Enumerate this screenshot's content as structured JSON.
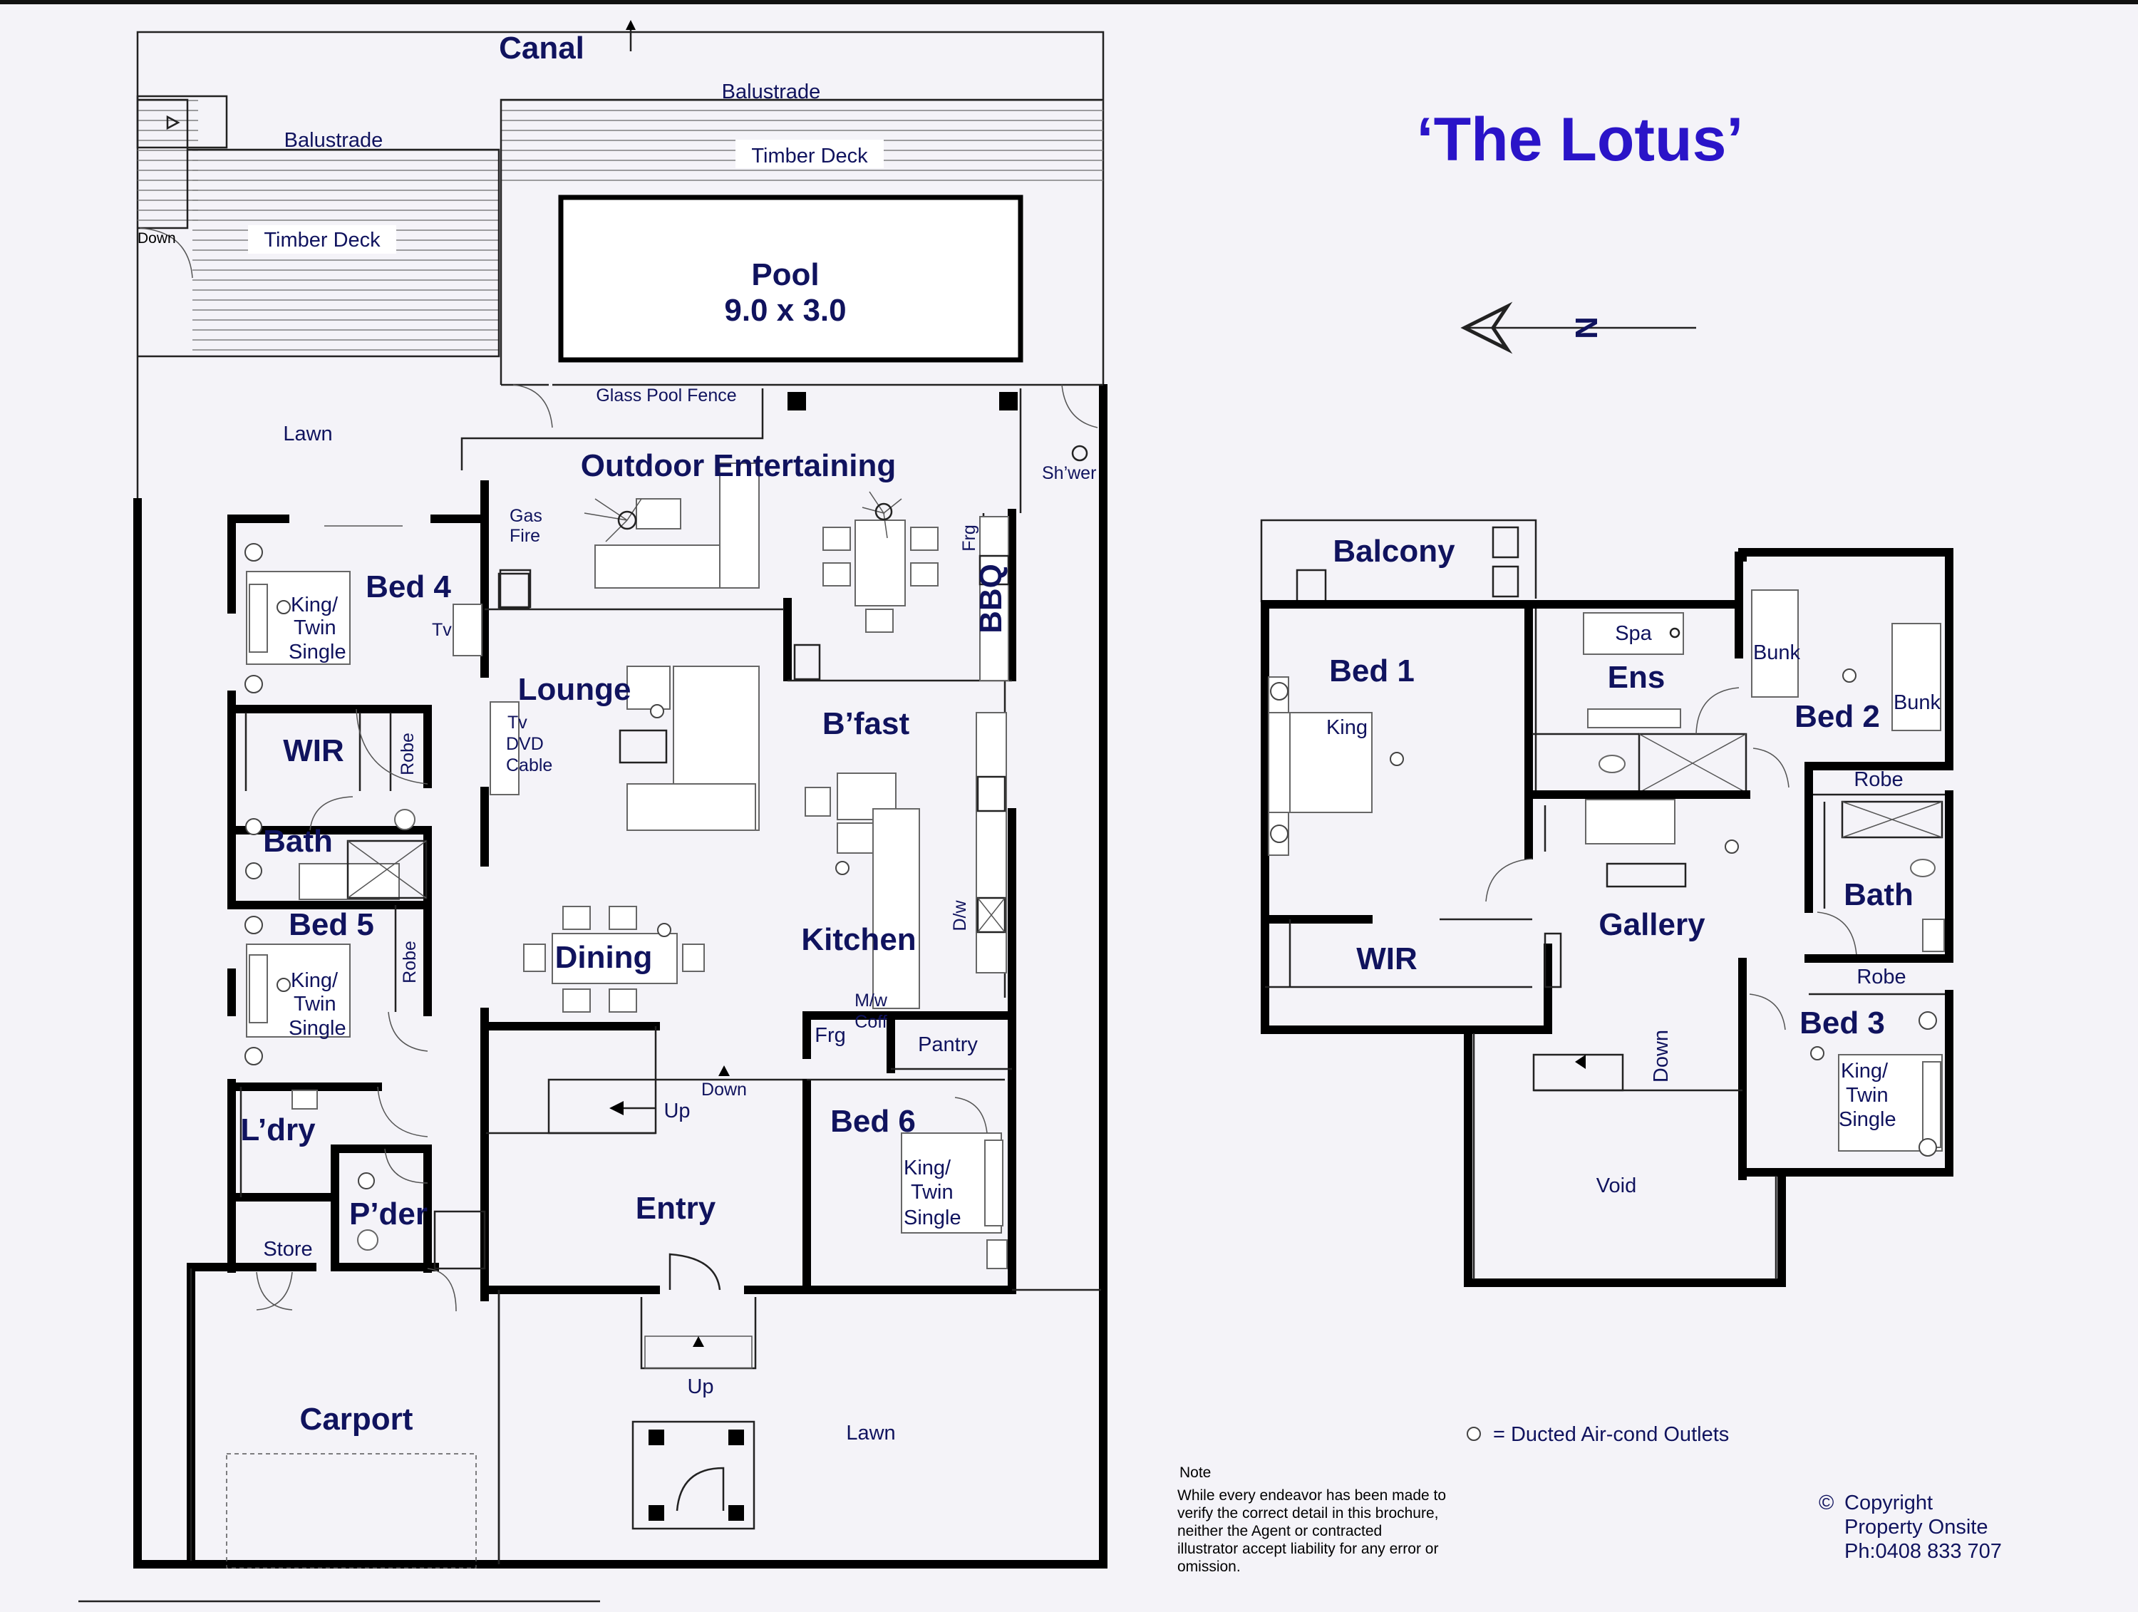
{
  "title": "‘The Lotus’",
  "north_label": "N",
  "ground": {
    "canal": "Canal",
    "balustrade_left": "Balustrade",
    "balustrade_top": "Balustrade",
    "timber_deck_left": "Timber Deck",
    "timber_deck_top": "Timber Deck",
    "down": "Down",
    "pool_name": "Pool",
    "pool_size": "9.0 x 3.0",
    "glass_pool_fence": "Glass Pool Fence",
    "lawn_left": "Lawn",
    "lawn_bottom": "Lawn",
    "shower": "Sh’wer",
    "outdoor_entertaining": "Outdoor Entertaining",
    "gas_fire": [
      "Gas",
      "Fire"
    ],
    "frg_outdoor": "Frg",
    "bbq": "BBQ",
    "bed4": "Bed 4",
    "bed4_bed": [
      "King/",
      "Twin",
      "Single"
    ],
    "tv": "Tv",
    "lounge": "Lounge",
    "tv_dvd_cable": [
      "Tv",
      "DVD",
      "Cable"
    ],
    "bfast": "B’fast",
    "wir": "WIR",
    "robe1": "Robe",
    "bath": "Bath",
    "bed5": "Bed 5",
    "bed5_bed": [
      "King/",
      "Twin",
      "Single"
    ],
    "robe2": "Robe",
    "dining": "Dining",
    "kitchen": "Kitchen",
    "dw": "D/w",
    "mw_coff": [
      "M/w",
      "Coff"
    ],
    "frg_kitchen": "Frg",
    "pantry": "Pantry",
    "up_stairs": "Up",
    "down_stairs": "Down",
    "bed6": "Bed 6",
    "bed6_bed": [
      "King/",
      "Twin",
      "Single"
    ],
    "laundry": "L’dry",
    "powder": "P’der",
    "store": "Store",
    "entry": "Entry",
    "up_entry": "Up",
    "carport": "Carport"
  },
  "upper": {
    "balcony": "Balcony",
    "bed1": "Bed 1",
    "king": "King",
    "spa": "Spa",
    "ens": "Ens",
    "bunk1": "Bunk",
    "bunk2": "Bunk",
    "bed2": "Bed 2",
    "robe_top": "Robe",
    "bath": "Bath",
    "gallery": "Gallery",
    "wir": "WIR",
    "robe_bottom": "Robe",
    "bed3": "Bed 3",
    "bed3_bed": [
      "King/",
      "Twin",
      "Single"
    ],
    "down": "Down",
    "void": "Void"
  },
  "legend": "= Ducted  Air-cond Outlets",
  "note": {
    "heading": "Note",
    "lines": [
      "While every endeavor has been made to",
      "verify the correct detail in this brochure,",
      "neither the Agent or contracted",
      "illustrator accept liability for any error or",
      "omission."
    ]
  },
  "copyright": {
    "symbol": "©",
    "lines": [
      "Copyright",
      "Property Onsite",
      "Ph:0408 833 707"
    ]
  },
  "colors": {
    "title": "#2a14c8",
    "labels": "#10135e",
    "background": "#f4f3f8"
  }
}
